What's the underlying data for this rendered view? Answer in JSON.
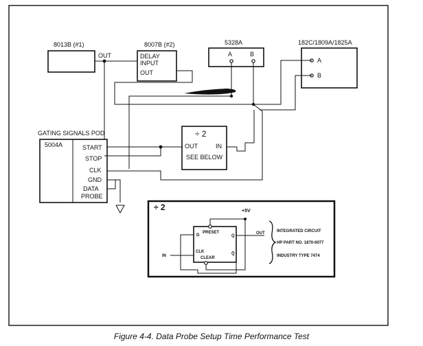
{
  "instruments": {
    "gen1": "8013B (#1)",
    "gen1_out": "OUT",
    "gen2": "8007B (#2)",
    "gen2_delay": "DELAY",
    "gen2_input": "INPUT",
    "gen2_out": "OUT",
    "counter": "5328A",
    "counter_a": "A",
    "counter_b": "B",
    "scope": "182C/1809A/1825A",
    "scope_a": "A",
    "scope_b": "B"
  },
  "pod": {
    "title": "GATING SIGNALS POD",
    "model": "5004A",
    "pins": [
      "START",
      "STOP",
      "CLK",
      "GND",
      "DATA",
      "PROBE"
    ]
  },
  "divider": {
    "symbol": "÷ 2",
    "out": "OUT",
    "in": "IN",
    "note": "SEE BELOW"
  },
  "detail": {
    "symbol": "÷ 2",
    "supply": "+5V",
    "preset": "PRESET",
    "clear": "CLEAR",
    "d": "D",
    "q": "Q",
    "qbar": "Q̄",
    "clk": "CLK",
    "in": "IN",
    "out": "OUT",
    "ic_line1": "INTEGRATED CIRCUIT",
    "ic_line2": "HP PART NO. 1870-0077",
    "ic_line3": "INDUSTRY TYPE 7474"
  },
  "caption": "Figure 4-4.  Data Probe Setup Time Performance Test"
}
